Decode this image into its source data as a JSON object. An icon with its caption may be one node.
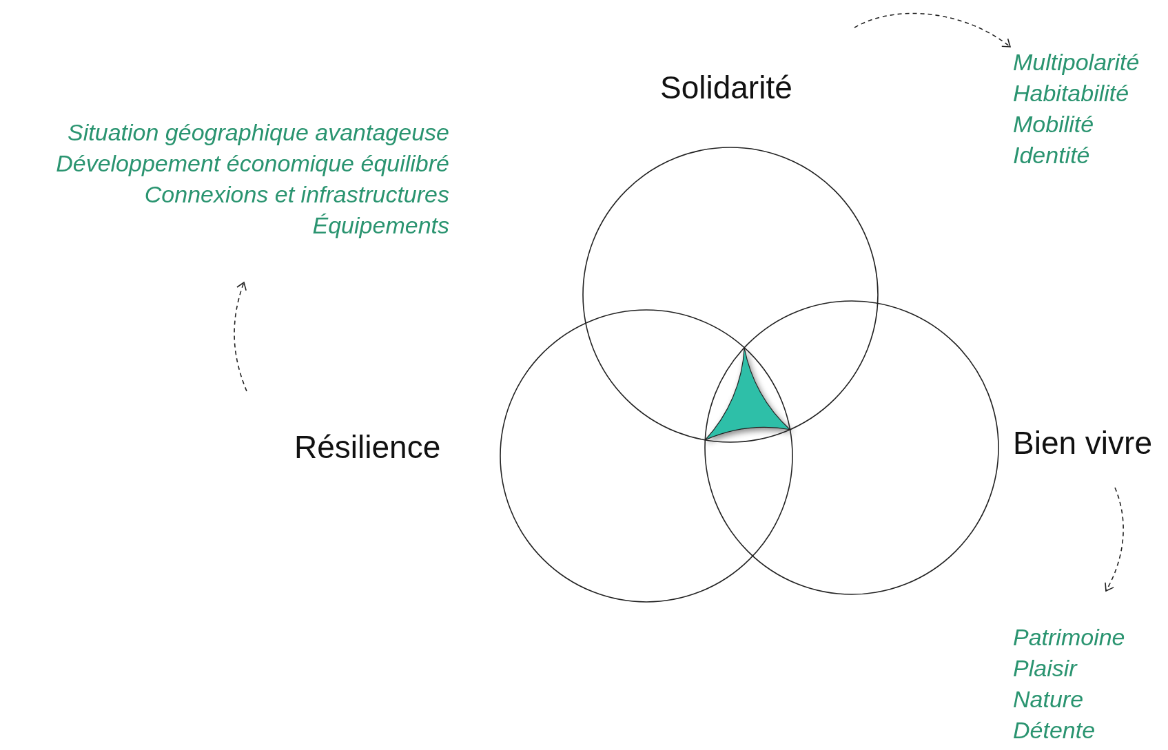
{
  "diagram": {
    "nodes": [
      {
        "text": [
          "Solidarité"
        ]
      },
      {
        "text": [
          "Résilience"
        ]
      },
      {
        "text": [
          "Bien vivre"
        ]
      },
      {
        "text": [
          "Situation géographique avantageuse",
          "Développement économique équilibré",
          "Connexions et infrastructures",
          "Équipements"
        ]
      },
      {
        "text": [
          "Multipolarité",
          "Habitabilité",
          "Mobilité",
          "Identité"
        ]
      },
      {
        "text": [
          "Patrimoine",
          "Plaisir",
          "Nature",
          "Détente"
        ]
      }
    ],
    "edges": [
      {
        "from": null,
        "to": 3,
        "arrow": "to",
        "style": "dashed"
      },
      {
        "from": null,
        "to": 4,
        "arrow": "to",
        "style": "dashed"
      },
      {
        "from": null,
        "to": 5,
        "arrow": "to",
        "style": "dashed"
      }
    ]
  }
}
